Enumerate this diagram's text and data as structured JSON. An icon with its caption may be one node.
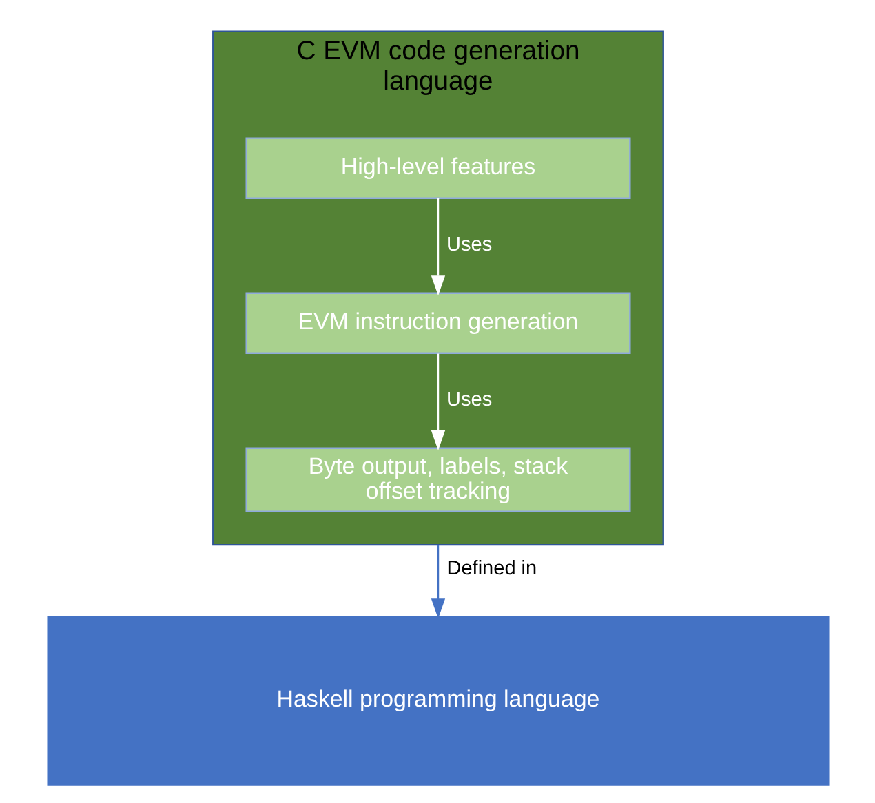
{
  "diagram": {
    "nodes": [
      {
        "text": [
          "C EVM code generation language"
        ]
      },
      {
        "text": [
          "High-level features"
        ],
        "in": 0
      },
      {
        "text": [
          "EVM instruction generation"
        ],
        "in": 0
      },
      {
        "text": [
          "Byte output, labels, stack offset tracking"
        ],
        "in": 0
      },
      {
        "text": [
          "Haskell programming language"
        ]
      }
    ],
    "edges": [
      {
        "from": 1,
        "to": 2,
        "arrow": "to",
        "label": "Uses"
      },
      {
        "from": 2,
        "to": 3,
        "arrow": "to",
        "label": "Uses"
      },
      {
        "from": 0,
        "to": 4,
        "arrow": "to",
        "label": "Defined in",
        "color": "#4472c4"
      }
    ]
  }
}
